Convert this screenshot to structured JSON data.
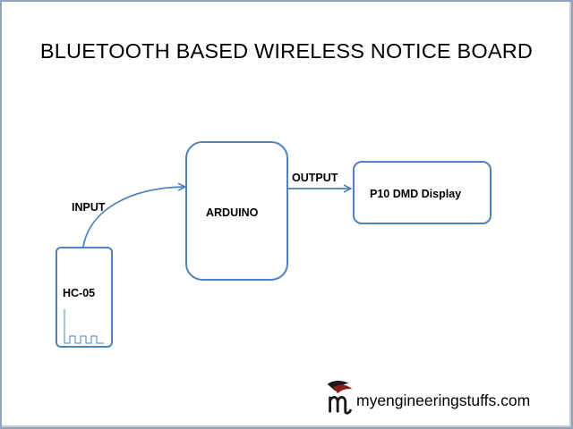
{
  "title": "BLUETOOTH BASED WIRELESS NOTICE BOARD",
  "nodes": {
    "hc05": "HC-05",
    "arduino": "ARDUINO",
    "display": "P10 DMD Display"
  },
  "edges": {
    "input": "INPUT",
    "output": "OUTPUT"
  },
  "watermark": {
    "text": "myengineeringstuffs.com",
    "logo_letter": "m"
  },
  "colors": {
    "box_stroke": "#4f81bd",
    "arrow": "#4f81bd",
    "logo_dark": "#1a1a1a",
    "logo_red": "#8b1a1a"
  }
}
